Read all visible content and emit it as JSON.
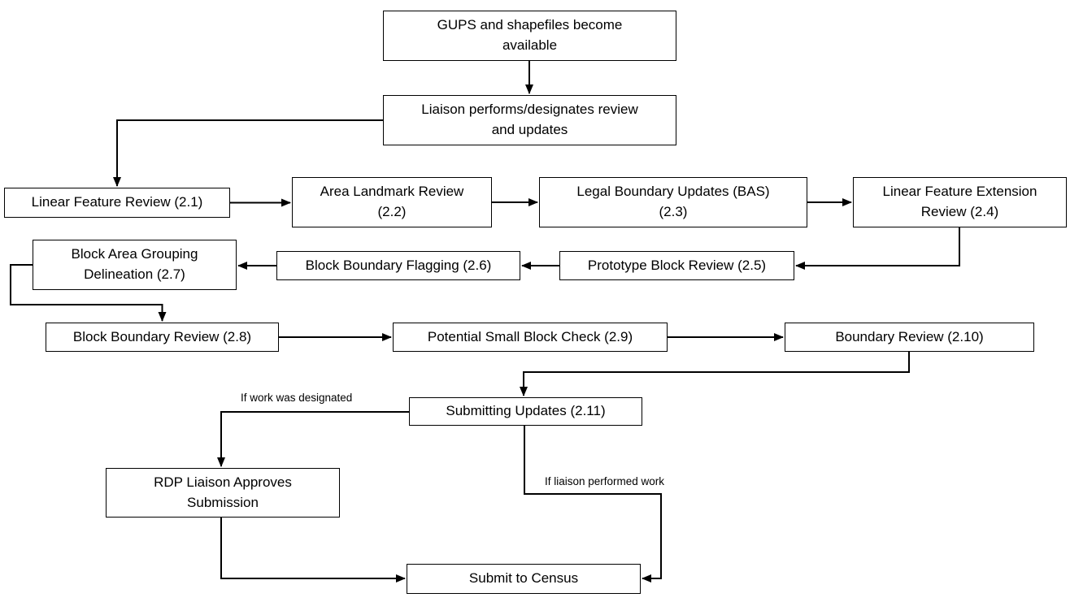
{
  "diagram": {
    "type": "flowchart",
    "colors": {
      "background": "#ffffff",
      "box_fill": "#ffffff",
      "box_border": "#000000",
      "line": "#000000",
      "text": "#000000"
    },
    "nodes": {
      "gups": {
        "label": "GUPS and shapefiles become\navailable"
      },
      "liaison": {
        "label": "Liaison performs/designates review\nand updates"
      },
      "lfr": {
        "label": "Linear Feature Review (2.1)"
      },
      "alr": {
        "label": "Area Landmark Review\n(2.2)"
      },
      "lbu": {
        "label": "Legal Boundary Updates (BAS)\n(2.3)"
      },
      "lfer": {
        "label": "Linear Feature Extension\nReview (2.4)"
      },
      "pbr": {
        "label": "Prototype Block Review (2.5)"
      },
      "bbf": {
        "label": "Block Boundary Flagging (2.6)"
      },
      "bag": {
        "label": "Block Area Grouping\nDelineation (2.7)"
      },
      "bbr": {
        "label": "Block Boundary Review (2.8)"
      },
      "psbc": {
        "label": "Potential Small Block Check (2.9)"
      },
      "br": {
        "label": "Boundary Review (2.10)"
      },
      "su": {
        "label": "Submitting Updates (2.11)"
      },
      "rdp": {
        "label": "RDP Liaison Approves\nSubmission"
      },
      "census": {
        "label": "Submit to Census"
      }
    },
    "edge_labels": {
      "designated": "If work was designated",
      "performed": "If liaison performed work"
    }
  }
}
